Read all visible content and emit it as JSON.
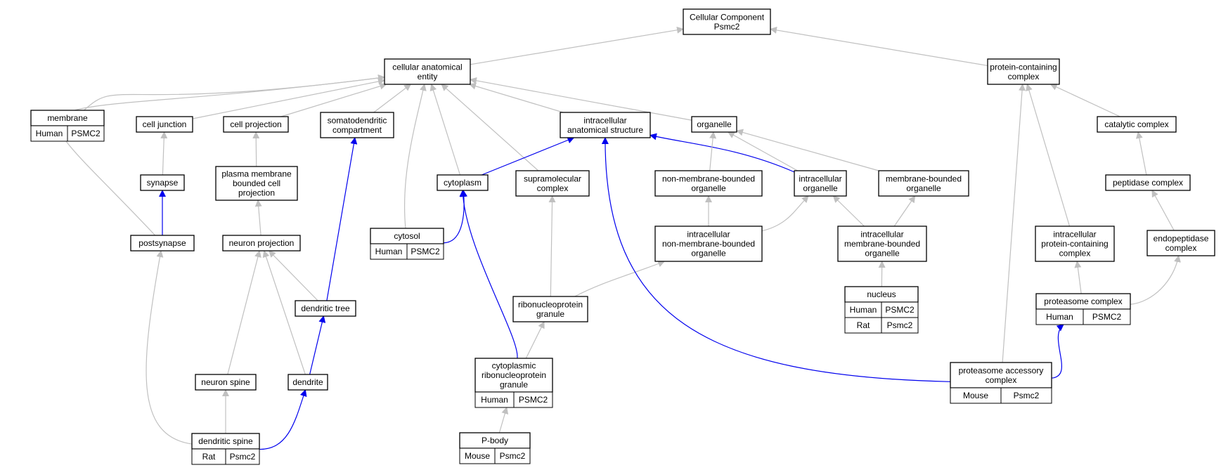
{
  "colors": {
    "edge_default": "#c0c0c0",
    "edge_highlight": "#0000ee",
    "human": "#fe6347",
    "rat": "#ffd700",
    "mouse": "#add8e6"
  },
  "nodes": [
    {
      "id": "cellular_component",
      "lines": [
        "Cellular Component",
        "Psmc2"
      ]
    },
    {
      "id": "cellular_anatomical_entity",
      "lines": [
        "cellular anatomical",
        "entity"
      ]
    },
    {
      "id": "protein_containing_complex",
      "lines": [
        "protein-containing",
        "complex"
      ]
    },
    {
      "id": "membrane",
      "lines": [
        "membrane"
      ],
      "badges": [
        {
          "species": "Human",
          "gene": "PSMC2"
        }
      ]
    },
    {
      "id": "cell_junction",
      "lines": [
        "cell junction"
      ]
    },
    {
      "id": "cell_projection",
      "lines": [
        "cell projection"
      ]
    },
    {
      "id": "somatodendritic_compartment",
      "lines": [
        "somatodendritic",
        "compartment"
      ]
    },
    {
      "id": "intracellular_anatomical_structure",
      "lines": [
        "intracellular",
        "anatomical structure"
      ]
    },
    {
      "id": "organelle",
      "lines": [
        "organelle"
      ]
    },
    {
      "id": "catalytic_complex",
      "lines": [
        "catalytic complex"
      ]
    },
    {
      "id": "synapse",
      "lines": [
        "synapse"
      ]
    },
    {
      "id": "plasma_membrane_bounded_cell_projection",
      "lines": [
        "plasma membrane",
        "bounded cell",
        "projection"
      ]
    },
    {
      "id": "cytoplasm",
      "lines": [
        "cytoplasm"
      ]
    },
    {
      "id": "supramolecular_complex",
      "lines": [
        "supramolecular",
        "complex"
      ]
    },
    {
      "id": "non_membrane_bounded_organelle",
      "lines": [
        "non-membrane-bounded",
        "organelle"
      ]
    },
    {
      "id": "intracellular_organelle",
      "lines": [
        "intracellular",
        "organelle"
      ]
    },
    {
      "id": "membrane_bounded_organelle",
      "lines": [
        "membrane-bounded",
        "organelle"
      ]
    },
    {
      "id": "peptidase_complex",
      "lines": [
        "peptidase complex"
      ]
    },
    {
      "id": "postsynapse",
      "lines": [
        "postsynapse"
      ]
    },
    {
      "id": "neuron_projection",
      "lines": [
        "neuron projection"
      ]
    },
    {
      "id": "cytosol",
      "lines": [
        "cytosol"
      ],
      "badges": [
        {
          "species": "Human",
          "gene": "PSMC2"
        }
      ]
    },
    {
      "id": "intracellular_non_membrane_bounded_organelle",
      "lines": [
        "intracellular",
        "non-membrane-bounded",
        "organelle"
      ]
    },
    {
      "id": "intracellular_membrane_bounded_organelle",
      "lines": [
        "intracellular",
        "membrane-bounded",
        "organelle"
      ]
    },
    {
      "id": "intracellular_protein_containing_complex",
      "lines": [
        "intracellular",
        "protein-containing",
        "complex"
      ]
    },
    {
      "id": "endopeptidase_complex",
      "lines": [
        "endopeptidase",
        "complex"
      ]
    },
    {
      "id": "nucleus",
      "lines": [
        "nucleus"
      ],
      "badges": [
        {
          "species": "Human",
          "gene": "PSMC2"
        },
        {
          "species": "Rat",
          "gene": "Psmc2"
        }
      ]
    },
    {
      "id": "proteasome_complex",
      "lines": [
        "proteasome complex"
      ],
      "badges": [
        {
          "species": "Human",
          "gene": "PSMC2"
        }
      ]
    },
    {
      "id": "dendritic_tree",
      "lines": [
        "dendritic tree"
      ]
    },
    {
      "id": "ribonucleoprotein_granule",
      "lines": [
        "ribonucleoprotein",
        "granule"
      ]
    },
    {
      "id": "cytoplasmic_ribonucleoprotein_granule",
      "lines": [
        "cytoplasmic",
        "ribonucleoprotein",
        "granule"
      ],
      "badges": [
        {
          "species": "Human",
          "gene": "PSMC2"
        }
      ]
    },
    {
      "id": "proteasome_accessory_complex",
      "lines": [
        "proteasome accessory",
        "complex"
      ],
      "badges": [
        {
          "species": "Mouse",
          "gene": "Psmc2"
        }
      ]
    },
    {
      "id": "neuron_spine",
      "lines": [
        "neuron spine"
      ]
    },
    {
      "id": "dendrite",
      "lines": [
        "dendrite"
      ]
    },
    {
      "id": "dendritic_spine",
      "lines": [
        "dendritic spine"
      ],
      "badges": [
        {
          "species": "Rat",
          "gene": "Psmc2"
        }
      ]
    },
    {
      "id": "p_body",
      "lines": [
        "P-body"
      ],
      "badges": [
        {
          "species": "Mouse",
          "gene": "Psmc2"
        }
      ]
    }
  ],
  "edges": [
    {
      "from": "cellular_anatomical_entity",
      "to": "cellular_component",
      "highlight": false
    },
    {
      "from": "protein_containing_complex",
      "to": "cellular_component",
      "highlight": false
    },
    {
      "from": "membrane",
      "to": "cellular_anatomical_entity",
      "highlight": false
    },
    {
      "from": "cell_junction",
      "to": "cellular_anatomical_entity",
      "highlight": false
    },
    {
      "from": "cell_projection",
      "to": "cellular_anatomical_entity",
      "highlight": false
    },
    {
      "from": "somatodendritic_compartment",
      "to": "cellular_anatomical_entity",
      "highlight": false
    },
    {
      "from": "intracellular_anatomical_structure",
      "to": "cellular_anatomical_entity",
      "highlight": false
    },
    {
      "from": "organelle",
      "to": "cellular_anatomical_entity",
      "highlight": false
    },
    {
      "from": "postsynapse",
      "to": "cellular_anatomical_entity",
      "highlight": false
    },
    {
      "from": "cytosol",
      "to": "cellular_anatomical_entity",
      "highlight": false
    },
    {
      "from": "cytoplasm",
      "to": "cellular_anatomical_entity",
      "highlight": false
    },
    {
      "from": "supramolecular_complex",
      "to": "cellular_anatomical_entity",
      "highlight": false
    },
    {
      "from": "synapse",
      "to": "cell_junction",
      "highlight": false
    },
    {
      "from": "postsynapse",
      "to": "synapse",
      "highlight": true
    },
    {
      "from": "plasma_membrane_bounded_cell_projection",
      "to": "cell_projection",
      "highlight": false
    },
    {
      "from": "neuron_projection",
      "to": "plasma_membrane_bounded_cell_projection",
      "highlight": false
    },
    {
      "from": "dendritic_tree",
      "to": "neuron_projection",
      "highlight": false
    },
    {
      "from": "neuron_spine",
      "to": "neuron_projection",
      "highlight": false
    },
    {
      "from": "dendrite",
      "to": "neuron_projection",
      "highlight": false
    },
    {
      "from": "dendritic_tree",
      "to": "somatodendritic_compartment",
      "highlight": true
    },
    {
      "from": "dendrite",
      "to": "dendritic_tree",
      "highlight": true
    },
    {
      "from": "dendritic_spine",
      "to": "dendrite",
      "highlight": true
    },
    {
      "from": "dendritic_spine",
      "to": "neuron_spine",
      "highlight": false
    },
    {
      "from": "dendritic_spine",
      "to": "postsynapse",
      "highlight": false
    },
    {
      "from": "cytoplasm",
      "to": "intracellular_anatomical_structure",
      "highlight": true
    },
    {
      "from": "cytosol",
      "to": "cytoplasm",
      "highlight": true
    },
    {
      "from": "cytoplasmic_ribonucleoprotein_granule",
      "to": "cytoplasm",
      "highlight": true
    },
    {
      "from": "cytoplasmic_ribonucleoprotein_granule",
      "to": "ribonucleoprotein_granule",
      "highlight": false
    },
    {
      "from": "p_body",
      "to": "cytoplasmic_ribonucleoprotein_granule",
      "highlight": false
    },
    {
      "from": "ribonucleoprotein_granule",
      "to": "supramolecular_complex",
      "highlight": false
    },
    {
      "from": "ribonucleoprotein_granule",
      "to": "intracellular_non_membrane_bounded_organelle",
      "highlight": false
    },
    {
      "from": "intracellular_organelle",
      "to": "intracellular_anatomical_structure",
      "highlight": true
    },
    {
      "from": "intracellular_organelle",
      "to": "organelle",
      "highlight": false
    },
    {
      "from": "non_membrane_bounded_organelle",
      "to": "organelle",
      "highlight": false
    },
    {
      "from": "membrane_bounded_organelle",
      "to": "organelle",
      "highlight": false
    },
    {
      "from": "intracellular_non_membrane_bounded_organelle",
      "to": "non_membrane_bounded_organelle",
      "highlight": false
    },
    {
      "from": "intracellular_non_membrane_bounded_organelle",
      "to": "intracellular_organelle",
      "highlight": false
    },
    {
      "from": "intracellular_membrane_bounded_organelle",
      "to": "intracellular_organelle",
      "highlight": false
    },
    {
      "from": "intracellular_membrane_bounded_organelle",
      "to": "membrane_bounded_organelle",
      "highlight": false
    },
    {
      "from": "nucleus",
      "to": "intracellular_membrane_bounded_organelle",
      "highlight": false
    },
    {
      "from": "proteasome_accessory_complex",
      "to": "intracellular_anatomical_structure",
      "highlight": true
    },
    {
      "from": "proteasome_accessory_complex",
      "to": "proteasome_complex",
      "highlight": true
    },
    {
      "from": "proteasome_accessory_complex",
      "to": "protein_containing_complex",
      "highlight": false
    },
    {
      "from": "catalytic_complex",
      "to": "protein_containing_complex",
      "highlight": false
    },
    {
      "from": "intracellular_protein_containing_complex",
      "to": "protein_containing_complex",
      "highlight": false
    },
    {
      "from": "peptidase_complex",
      "to": "catalytic_complex",
      "highlight": false
    },
    {
      "from": "endopeptidase_complex",
      "to": "peptidase_complex",
      "highlight": false
    },
    {
      "from": "proteasome_complex",
      "to": "endopeptidase_complex",
      "highlight": false
    },
    {
      "from": "proteasome_complex",
      "to": "intracellular_protein_containing_complex",
      "highlight": false
    }
  ]
}
